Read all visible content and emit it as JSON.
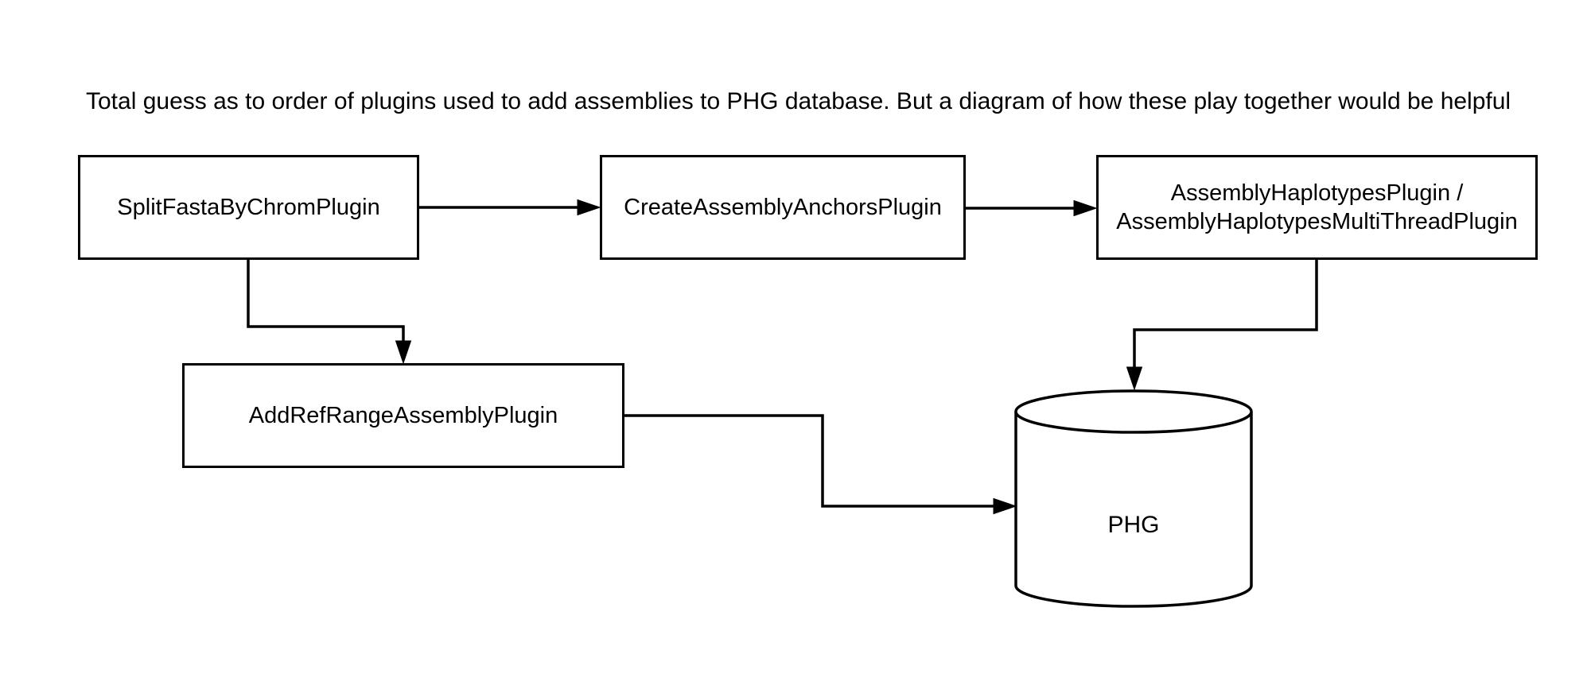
{
  "diagram_type": "flowchart",
  "caption": "Total guess as to order of plugins used to add assemblies to PHG database. But a diagram of how these play together would be helpful",
  "colors": {
    "background": "#ffffff",
    "node_fill": "#ffffff",
    "stroke": "#000000",
    "text": "#000000"
  },
  "nodes": {
    "split_fasta": {
      "label": "SplitFastaByChromPlugin",
      "shape": "rectangle"
    },
    "create_anchors": {
      "label": "CreateAssemblyAnchorsPlugin",
      "shape": "rectangle"
    },
    "assembly_haplotypes": {
      "label_line1": "AssemblyHaplotypesPlugin /",
      "label_line2": "AssemblyHaplotypesMultiThreadPlugin",
      "shape": "rectangle"
    },
    "add_ref_range": {
      "label": "AddRefRangeAssemblyPlugin",
      "shape": "rectangle"
    },
    "phg_database": {
      "label": "PHG",
      "shape": "cylinder"
    }
  },
  "edges": [
    {
      "from": "split_fasta",
      "to": "create_anchors",
      "style": "straight-arrow"
    },
    {
      "from": "create_anchors",
      "to": "assembly_haplotypes",
      "style": "straight-arrow"
    },
    {
      "from": "split_fasta",
      "to": "add_ref_range",
      "style": "orthogonal-arrow"
    },
    {
      "from": "assembly_haplotypes",
      "to": "phg_database",
      "style": "orthogonal-arrow"
    },
    {
      "from": "add_ref_range",
      "to": "phg_database",
      "style": "orthogonal-arrow"
    }
  ]
}
